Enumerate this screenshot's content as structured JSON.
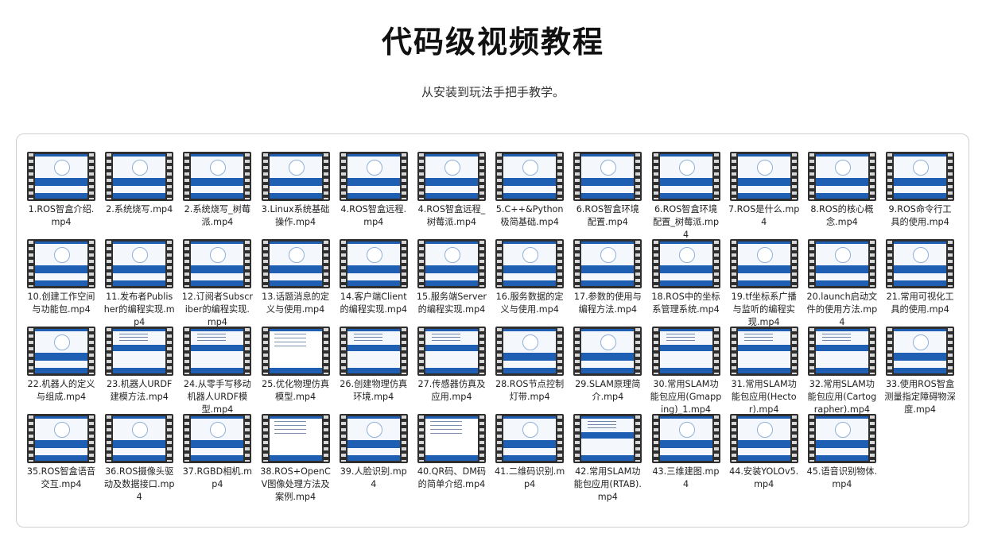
{
  "header": {
    "title": "代码级视频教程",
    "subtitle": "从安装到玩法手把手教学。"
  },
  "files": [
    {
      "name": "1.ROS智盒介绍.mp4",
      "style": "std"
    },
    {
      "name": "2.系统烧写.mp4",
      "style": "std"
    },
    {
      "name": "2.系统烧写_树莓派.mp4",
      "style": "std"
    },
    {
      "name": "3.Linux系统基础操作.mp4",
      "style": "std"
    },
    {
      "name": "4.ROS智盒远程.mp4",
      "style": "std"
    },
    {
      "name": "4.ROS智盒远程_树莓派.mp4",
      "style": "std"
    },
    {
      "name": "5.C++&Python极简基础.mp4",
      "style": "std"
    },
    {
      "name": "6.ROS智盒环境配置.mp4",
      "style": "std"
    },
    {
      "name": "6.ROS智盒环境配置_树莓派.mp4",
      "style": "std"
    },
    {
      "name": "7.ROS是什么.mp4",
      "style": "std"
    },
    {
      "name": "8.ROS的核心概念.mp4",
      "style": "std"
    },
    {
      "name": "9.ROS命令行工具的使用.mp4",
      "style": "std"
    },
    {
      "name": "10.创建工作空间与功能包.mp4",
      "style": "std"
    },
    {
      "name": "11.发布者Publisher的编程实现.mp4",
      "style": "std"
    },
    {
      "name": "12.订阅者Subscriber的编程实现.mp4",
      "style": "std"
    },
    {
      "name": "13.话题消息的定义与使用.mp4",
      "style": "std"
    },
    {
      "name": "14.客户端Client的编程实现.mp4",
      "style": "std"
    },
    {
      "name": "15.服务端Server的编程实现.mp4",
      "style": "std"
    },
    {
      "name": "16.服务数据的定义与使用.mp4",
      "style": "std"
    },
    {
      "name": "17.参数的使用与编程方法.mp4",
      "style": "std"
    },
    {
      "name": "18.ROS中的坐标系管理系统.mp4",
      "style": "std"
    },
    {
      "name": "19.tf坐标系广播与监听的编程实现.mp4",
      "style": "std"
    },
    {
      "name": "20.launch启动文件的使用方法.mp4",
      "style": "std"
    },
    {
      "name": "21.常用可视化工具的使用.mp4",
      "style": "std"
    },
    {
      "name": "22.机器人的定义与组成.mp4",
      "style": "std"
    },
    {
      "name": "23.机器人URDF建模方法.mp4",
      "style": "alt"
    },
    {
      "name": "24.从零手写移动机器人URDF模型.mp4",
      "style": "alt"
    },
    {
      "name": "25.优化物理仿真模型.mp4",
      "style": "doc"
    },
    {
      "name": "26.创建物理仿真环境.mp4",
      "style": "alt"
    },
    {
      "name": "27.传感器仿真及应用.mp4",
      "style": "alt"
    },
    {
      "name": "28.ROS节点控制灯带.mp4",
      "style": "std"
    },
    {
      "name": "29.SLAM原理简介.mp4",
      "style": "std"
    },
    {
      "name": "30.常用SLAM功能包应用(Gmapping)_1.mp4",
      "style": "alt"
    },
    {
      "name": "31.常用SLAM功能包应用(Hector).mp4",
      "style": "alt"
    },
    {
      "name": "32.常用SLAM功能包应用(Cartographer).mp4",
      "style": "alt"
    },
    {
      "name": "33.使用ROS智盒测量指定障碍物深度.mp4",
      "style": "std"
    },
    {
      "name": "35.ROS智盒语音交互.mp4",
      "style": "std"
    },
    {
      "name": "36.ROS摄像头驱动及数据接口.mp4",
      "style": "std"
    },
    {
      "name": "37.RGBD相机.mp4",
      "style": "std"
    },
    {
      "name": "38.ROS+OpenCV图像处理方法及案例.mp4",
      "style": "doc"
    },
    {
      "name": "39.人脸识别.mp4",
      "style": "std"
    },
    {
      "name": "40.QR码、DM码的简单介绍.mp4",
      "style": "doc"
    },
    {
      "name": "41.二维码识别.mp4",
      "style": "std"
    },
    {
      "name": "42.常用SLAM功能包应用(RTAB).mp4",
      "style": "alt"
    },
    {
      "name": "43.三维建图.mp4",
      "style": "std"
    },
    {
      "name": "44.安装YOLOv5.mp4",
      "style": "std"
    },
    {
      "name": "45.语音识别物体.mp4",
      "style": "std"
    }
  ],
  "colors": {
    "accent": "#1e5fb4",
    "film": "#2f2f2f"
  },
  "icons": {
    "thumbnail": "video-thumbnail-icon"
  }
}
